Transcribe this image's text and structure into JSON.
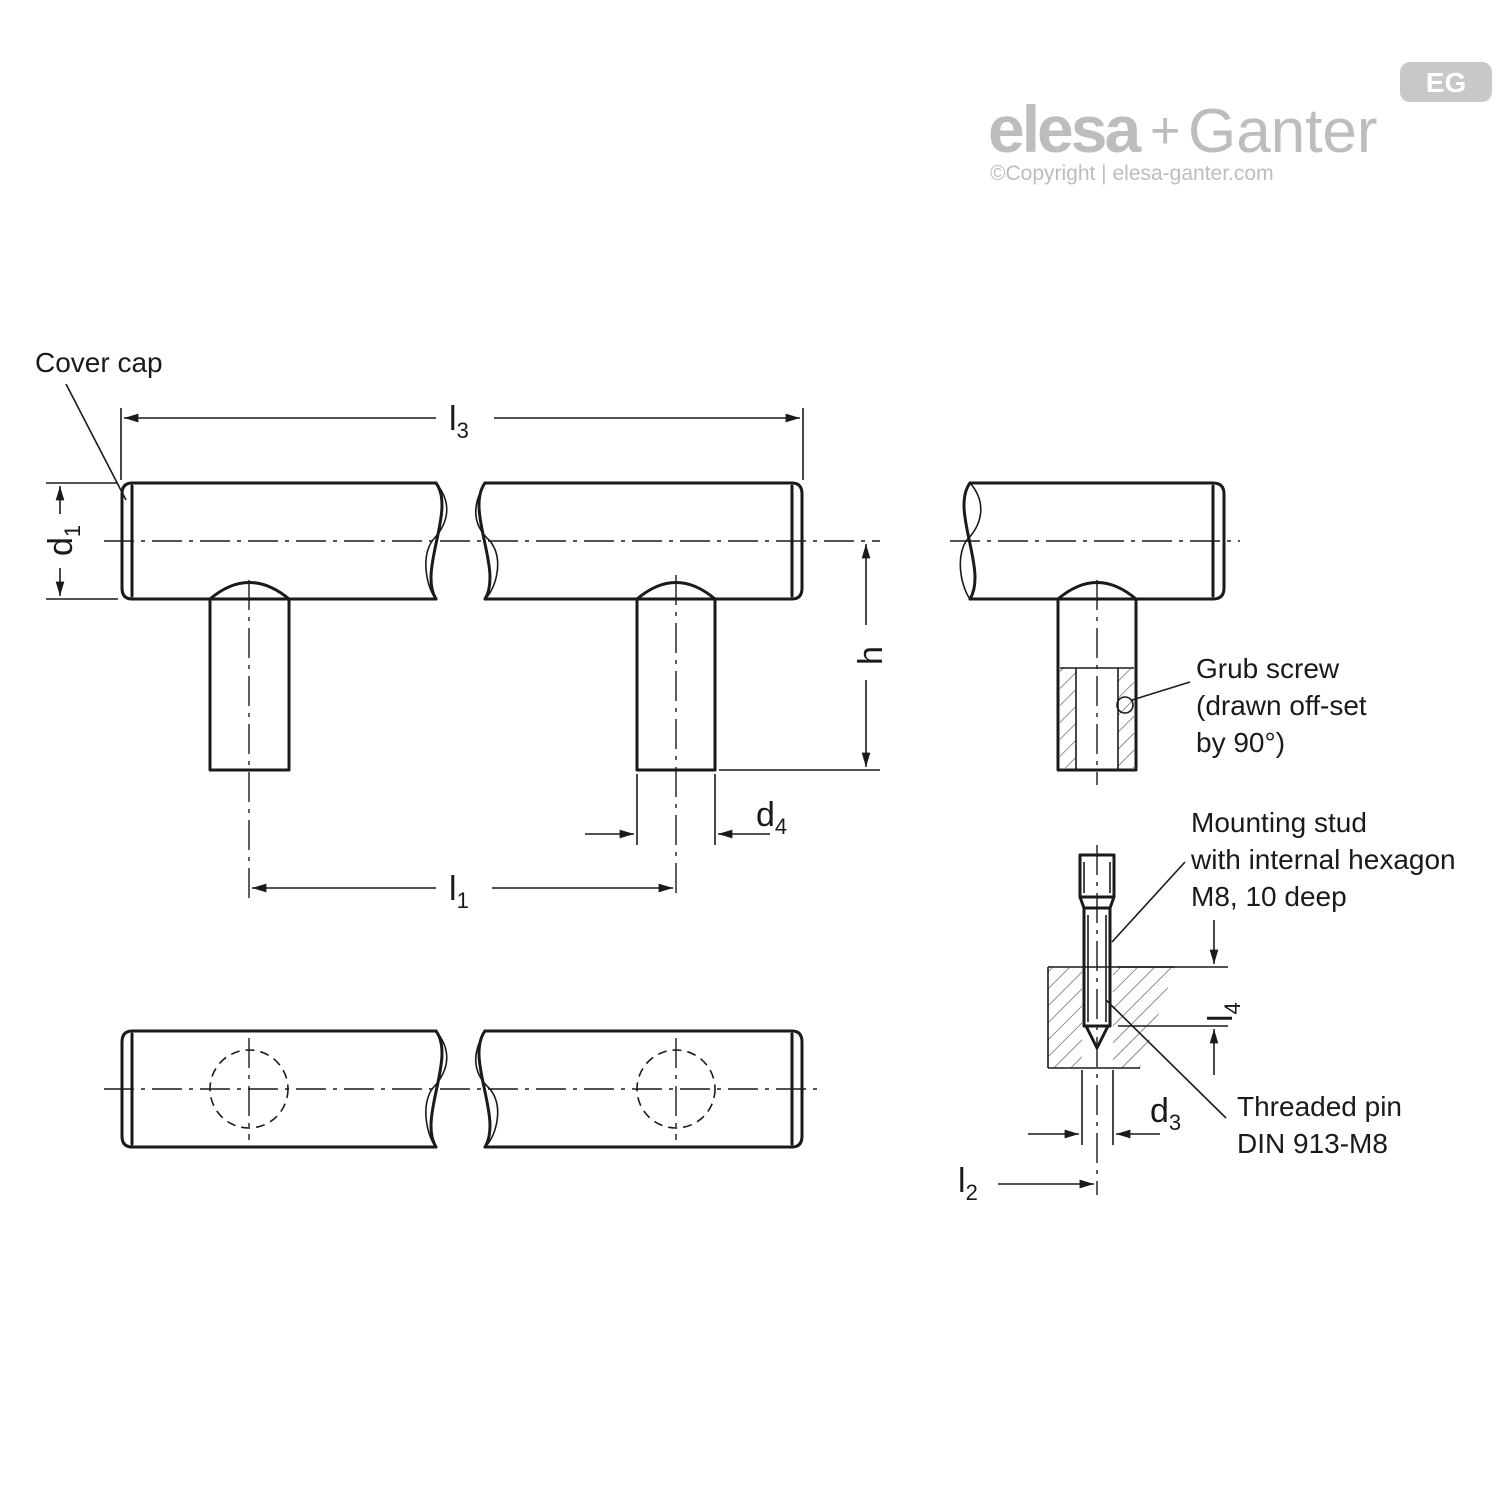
{
  "logo": {
    "brand_a": "elesa",
    "plus": "+",
    "brand_b": "Ganter",
    "copyright": "©Copyright | elesa-ganter.com",
    "badge": "EG",
    "color": "#bdbdbd"
  },
  "labels": {
    "cover_cap": "Cover cap",
    "grub_screw": [
      "Grub screw",
      "(drawn off-set",
      "by 90°)"
    ],
    "mounting_stud": [
      "Mounting stud",
      "with internal hexagon",
      "M8, 10 deep"
    ],
    "threaded_pin": [
      "Threaded pin",
      "DIN 913-M8"
    ]
  },
  "dimensions": {
    "l3": {
      "base": "l",
      "sub": "3"
    },
    "l1": {
      "base": "l",
      "sub": "1"
    },
    "l2": {
      "base": "l",
      "sub": "2"
    },
    "l4": {
      "base": "l",
      "sub": "4"
    },
    "d1": {
      "base": "d",
      "sub": "1"
    },
    "d3": {
      "base": "d",
      "sub": "3"
    },
    "d4": {
      "base": "d",
      "sub": "4"
    },
    "h": {
      "base": "h"
    }
  }
}
